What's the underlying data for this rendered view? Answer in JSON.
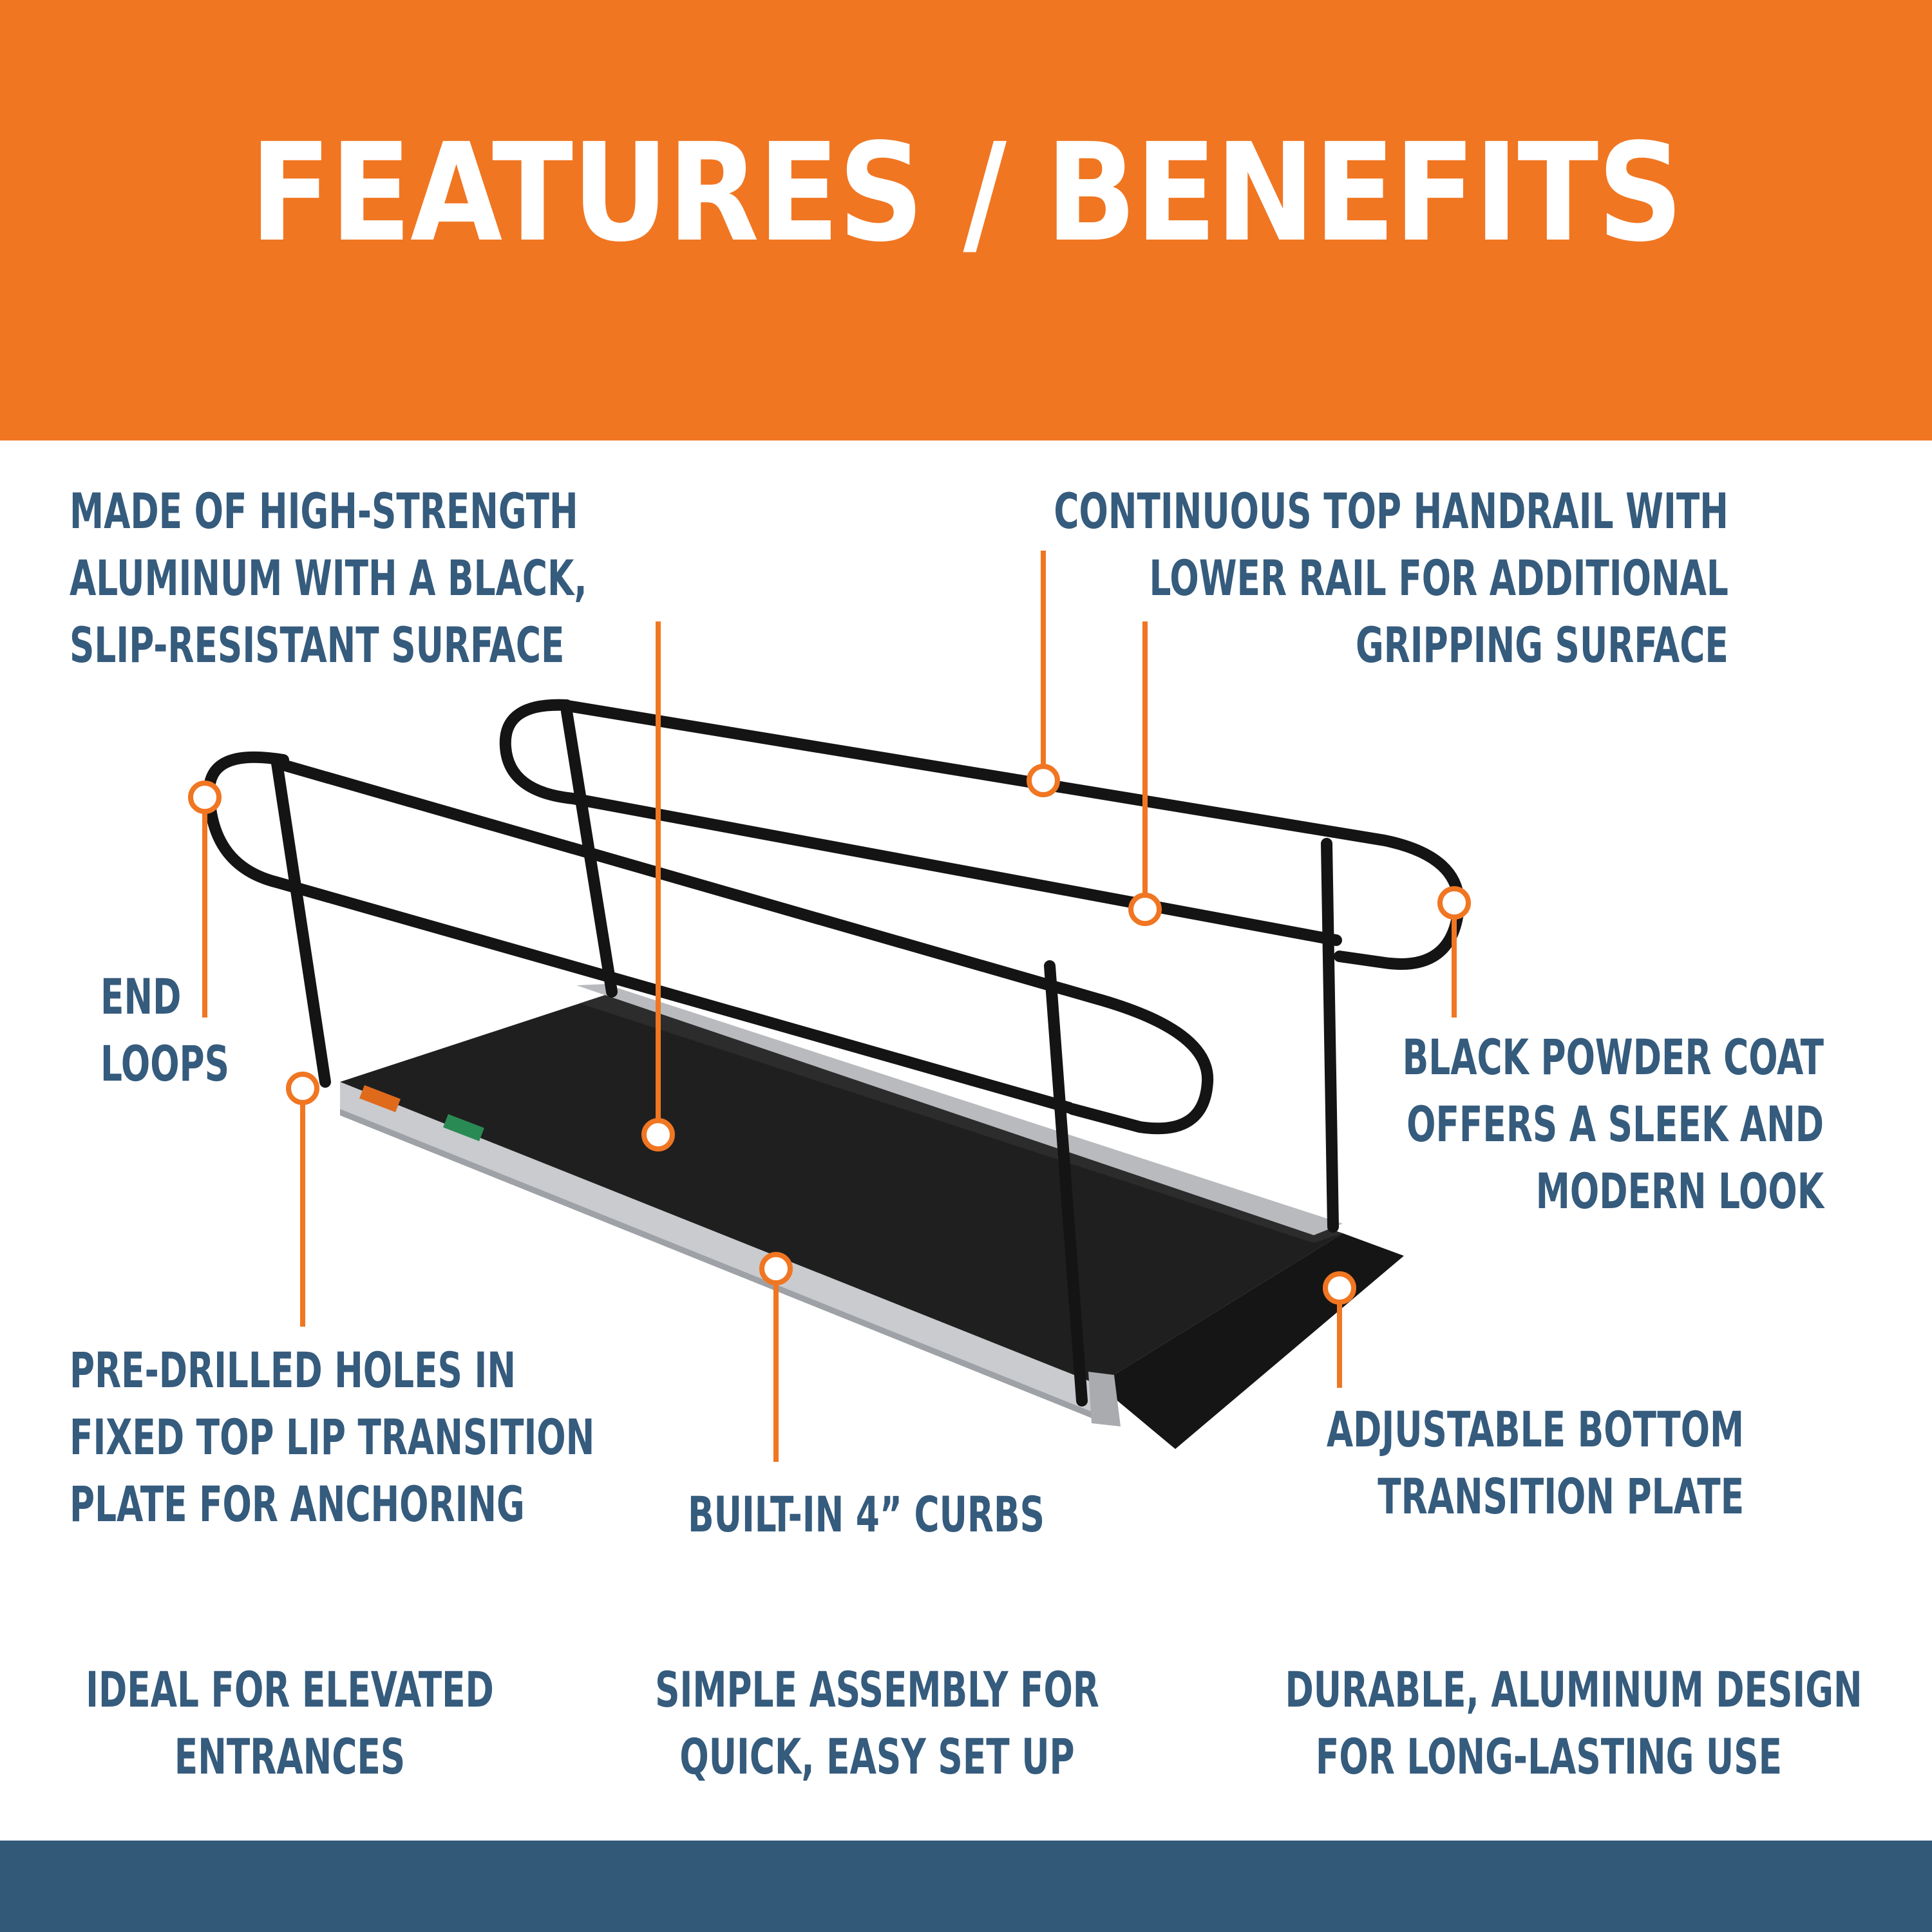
{
  "header": {
    "title": "FEATURES / BENEFITS",
    "background_color": "#f07622"
  },
  "footer": {
    "bar_color": "#335979"
  },
  "colors": {
    "label_text": "#355b7d",
    "callout_orange": "#f07622",
    "ramp_surface": "#1f1f1f",
    "curb_aluminum": "#c9cbce"
  },
  "callouts": {
    "aluminum_surface": {
      "lines": [
        "MADE OF HIGH-STRENGTH",
        "ALUMINUM WITH A BLACK,",
        "SLIP-RESISTANT SURFACE"
      ]
    },
    "handrail": {
      "lines": [
        "CONTINUOUS TOP HANDRAIL WITH",
        "LOWER RAIL FOR ADDITIONAL",
        "GRIPPING SURFACE"
      ]
    },
    "end_loops": {
      "lines": [
        "END",
        "LOOPS"
      ]
    },
    "powder_coat": {
      "lines": [
        "BLACK POWDER COAT",
        "OFFERS A SLEEK AND",
        "MODERN LOOK"
      ]
    },
    "pre_drilled": {
      "lines": [
        "PRE-DRILLED HOLES IN",
        "FIXED TOP LIP TRANSITION",
        "PLATE FOR ANCHORING"
      ]
    },
    "curbs": {
      "lines": [
        "BUILT-IN 4” CURBS"
      ]
    },
    "bottom_plate": {
      "lines": [
        "ADJUSTABLE BOTTOM",
        "TRANSITION PLATE"
      ]
    }
  },
  "benefits": [
    {
      "lines": [
        "IDEAL FOR ELEVATED",
        "ENTRANCES"
      ]
    },
    {
      "lines": [
        "SIMPLE ASSEMBLY FOR",
        "QUICK, EASY SET UP"
      ]
    },
    {
      "lines": [
        "DURABLE, ALUMINUM DESIGN",
        "FOR LONG-LASTING USE"
      ]
    }
  ]
}
